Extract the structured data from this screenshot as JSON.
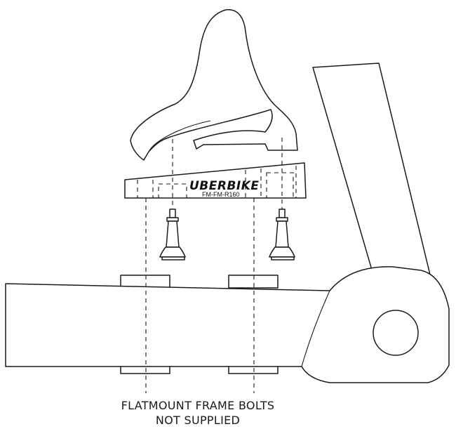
{
  "adapter": {
    "brand": "UBERBIKE",
    "model": "FM-FM-R160"
  },
  "caption": {
    "line1": "FLATMOUNT FRAME BOLTS",
    "line2": "NOT SUPPLIED"
  },
  "colors": {
    "line": "#1a1a1a",
    "background": "#ffffff"
  }
}
